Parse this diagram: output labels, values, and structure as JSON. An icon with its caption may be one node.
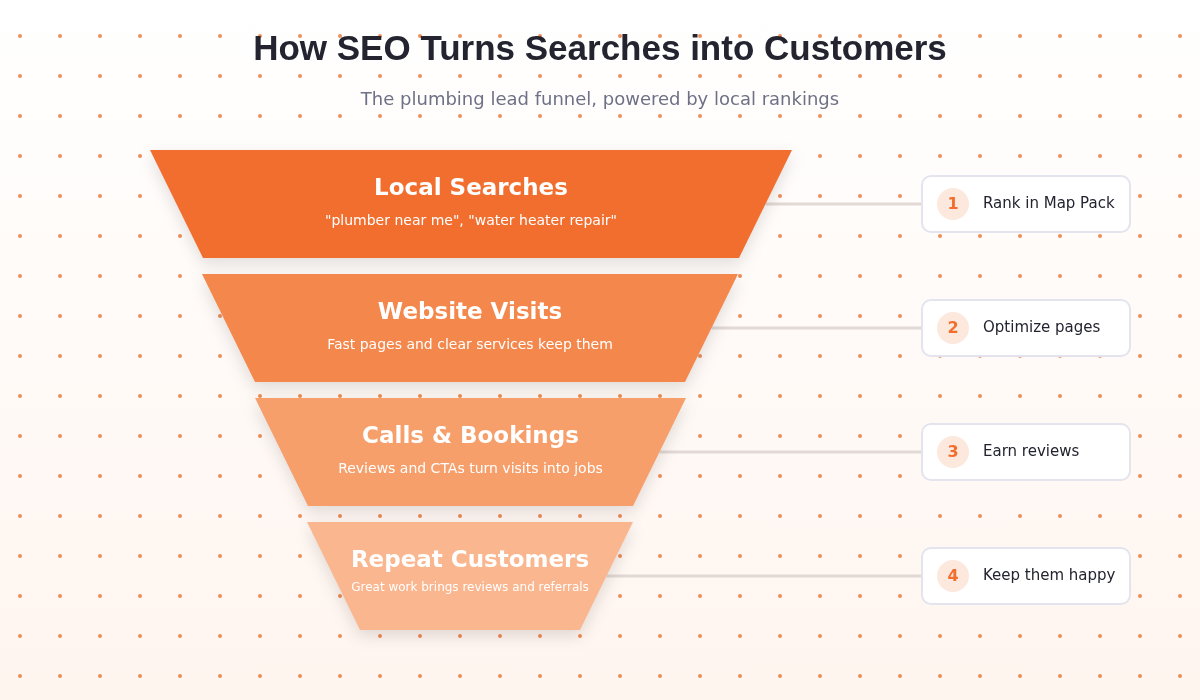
{
  "diagram": {
    "title": "How SEO Turns Searches into Customers",
    "caption": "The plumbing lead funnel, powered by local rankings",
    "nodes": [
      {
        "text": [
          "Local Searches",
          "\"plumber near me\", \"water heater repair\""
        ]
      },
      {
        "text": [
          "Website Visits",
          "Fast pages and clear services keep them"
        ]
      },
      {
        "text": [
          "Calls & Bookings",
          "Reviews and CTAs turn visits into jobs"
        ]
      },
      {
        "text": [
          "Repeat Customers",
          "Great work brings reviews and referrals"
        ]
      },
      {
        "text": [
          "1",
          "Rank in Map Pack"
        ]
      },
      {
        "text": [
          "2",
          "Optimize pages"
        ]
      },
      {
        "text": [
          "3",
          "Earn reviews"
        ]
      },
      {
        "text": [
          "4",
          "Keep them happy"
        ]
      }
    ],
    "edges": [
      {
        "from": 0,
        "to": 4,
        "arrow": "none"
      },
      {
        "from": 1,
        "to": 5,
        "arrow": "none"
      },
      {
        "from": 2,
        "to": 6,
        "arrow": "none"
      },
      {
        "from": 3,
        "to": 7,
        "arrow": "none"
      }
    ]
  }
}
